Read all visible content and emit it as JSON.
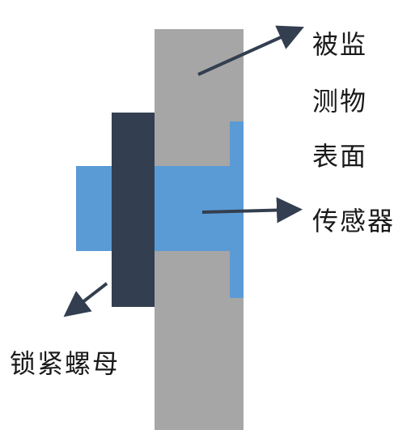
{
  "labels": {
    "surface_line1": "被监",
    "surface_line2": "测物",
    "surface_line3": "表面",
    "sensor": "传感器",
    "lock_nut": "锁紧螺母"
  },
  "colors": {
    "monitored_surface": "#a6a6a6",
    "sensor": "#5b9bd5",
    "lock_nut": "#333f50",
    "arrow": "#333f50"
  }
}
